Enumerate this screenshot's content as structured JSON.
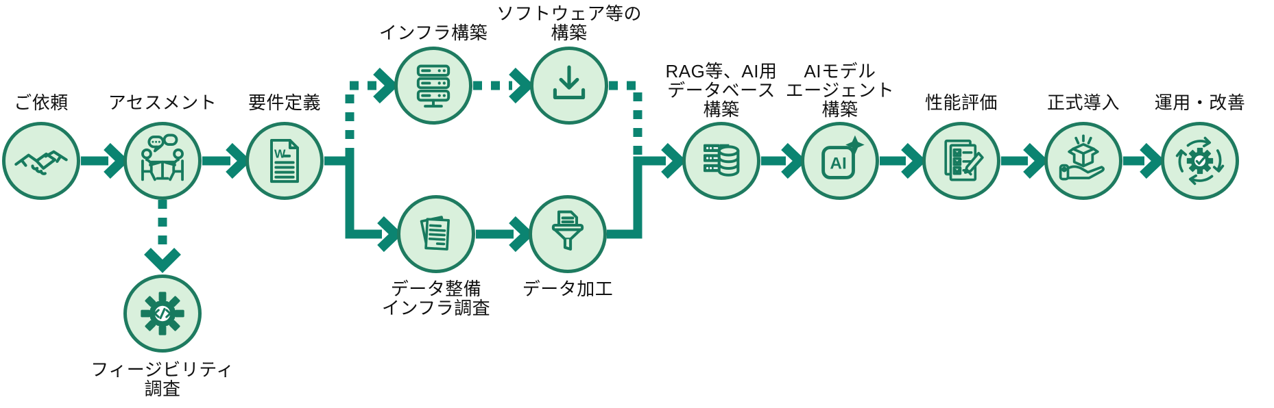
{
  "diagram": {
    "nodes": [
      {
        "id": "goirai",
        "label": "ご依頼"
      },
      {
        "id": "assessment",
        "label": "アセスメント"
      },
      {
        "id": "yoken",
        "label": "要件定義"
      },
      {
        "id": "infra",
        "label": "インフラ構築"
      },
      {
        "id": "software",
        "label": "ソフトウェア等の\n構築"
      },
      {
        "id": "data-seibi",
        "label": "データ整備\nインフラ調査"
      },
      {
        "id": "data-kako",
        "label": "データ加工"
      },
      {
        "id": "rag-db",
        "label": "RAG等、AI用\nデータベース\n構築"
      },
      {
        "id": "ai-model",
        "label": "AIモデル\nエージェント\n構築"
      },
      {
        "id": "seino",
        "label": "性能評価"
      },
      {
        "id": "seishiki",
        "label": "正式導入"
      },
      {
        "id": "unyo",
        "label": "運用・改善"
      },
      {
        "id": "feasibility",
        "label": "フィージビリティ\n調査"
      }
    ],
    "edges": [
      {
        "from": "goirai",
        "to": "assessment",
        "style": "solid"
      },
      {
        "from": "assessment",
        "to": "yoken",
        "style": "solid"
      },
      {
        "from": "yoken",
        "to": "infra",
        "style": "dotted"
      },
      {
        "from": "infra",
        "to": "software",
        "style": "dotted"
      },
      {
        "from": "software",
        "to": "rag-db",
        "style": "dotted"
      },
      {
        "from": "yoken",
        "to": "data-seibi",
        "style": "solid"
      },
      {
        "from": "data-seibi",
        "to": "data-kako",
        "style": "solid"
      },
      {
        "from": "data-kako",
        "to": "rag-db",
        "style": "solid"
      },
      {
        "from": "rag-db",
        "to": "ai-model",
        "style": "solid"
      },
      {
        "from": "ai-model",
        "to": "seino",
        "style": "solid"
      },
      {
        "from": "seino",
        "to": "seishiki",
        "style": "solid"
      },
      {
        "from": "seishiki",
        "to": "unyo",
        "style": "solid"
      },
      {
        "from": "assessment",
        "to": "feasibility",
        "style": "dotted"
      }
    ]
  },
  "colors": {
    "background": "#ffffff",
    "circle_fill": "#d9f0dc",
    "circle_border": "#1e7b60",
    "arrow": "#0b8471",
    "icon": "#177a5e",
    "label_text": "#111111"
  }
}
